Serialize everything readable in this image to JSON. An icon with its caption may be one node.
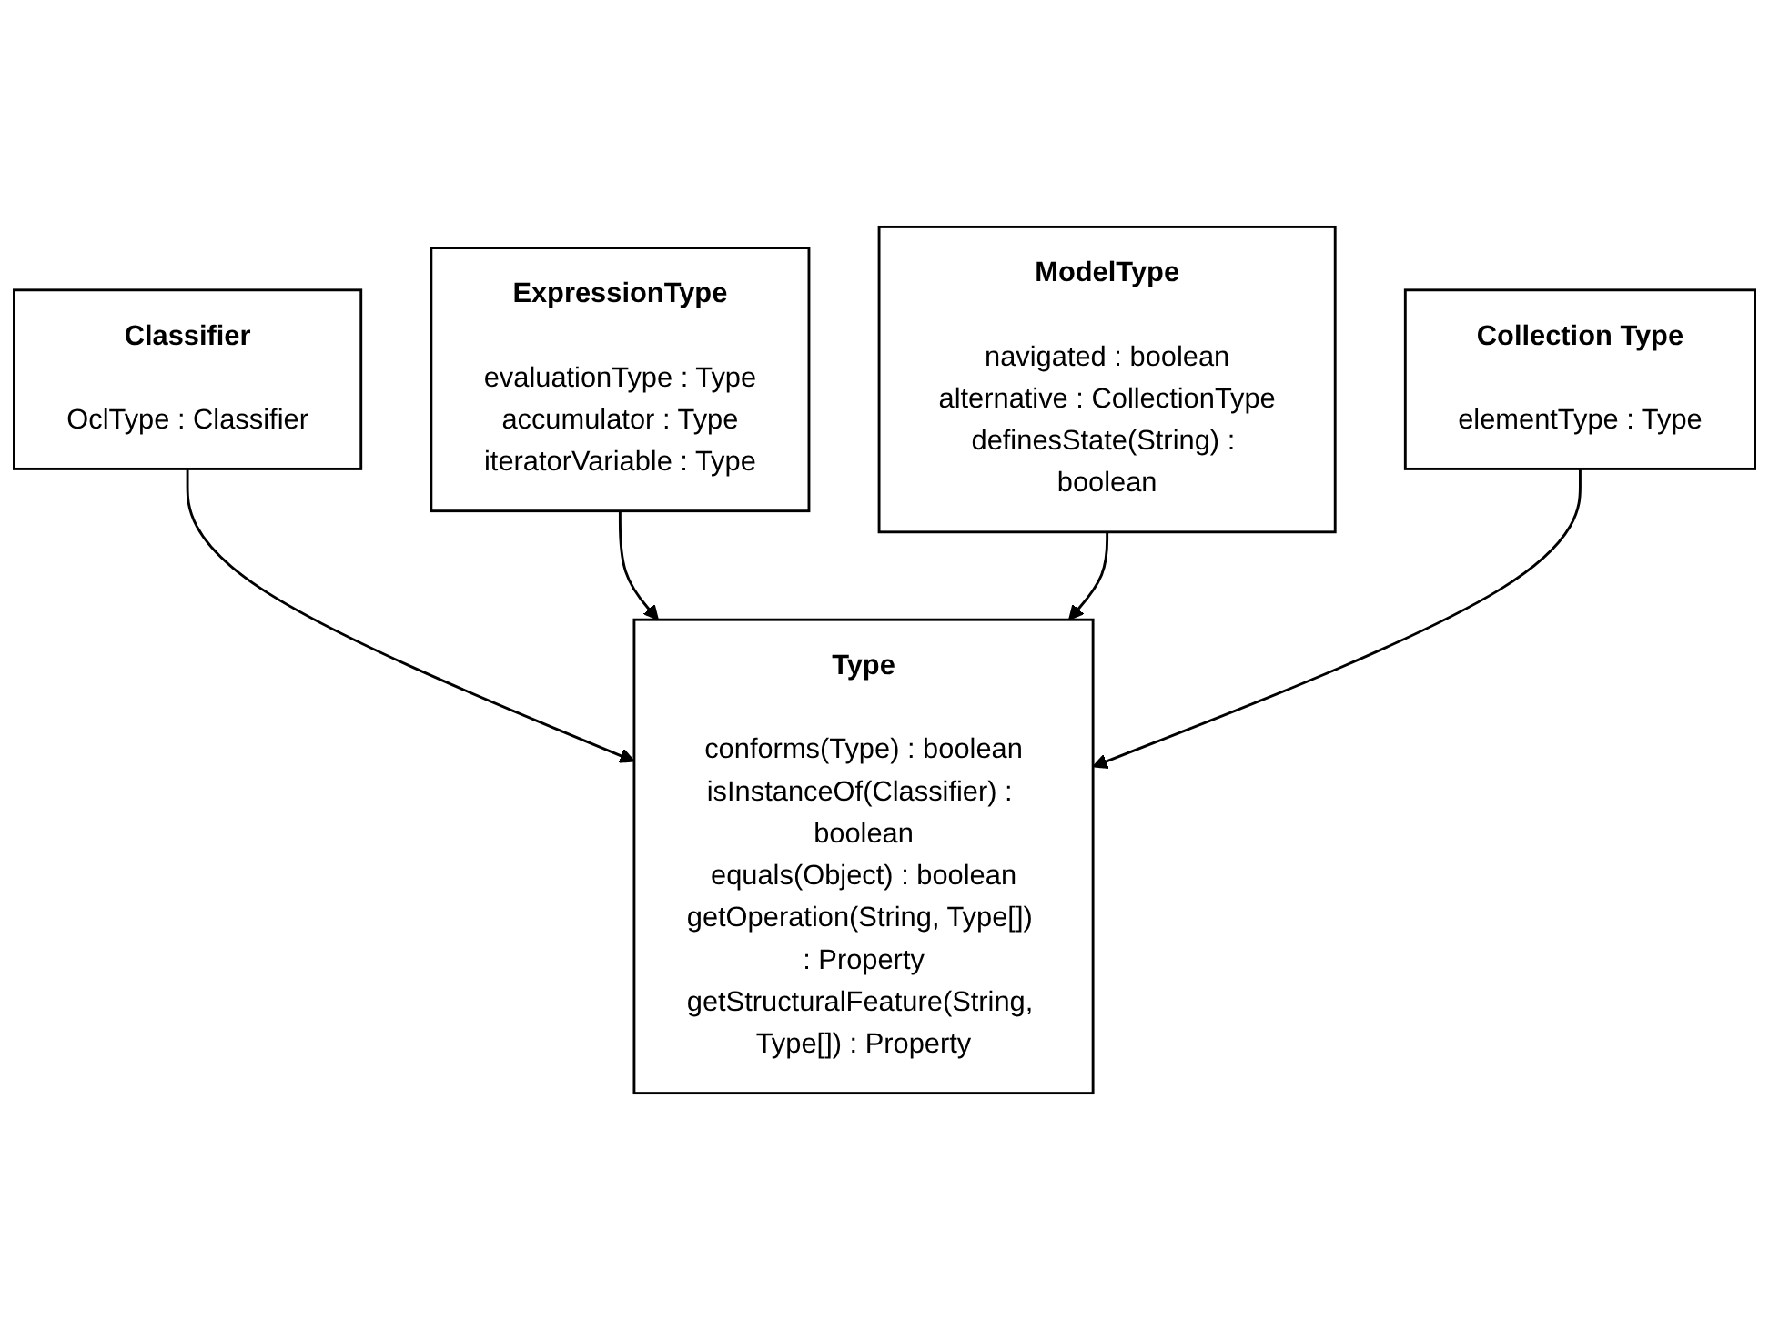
{
  "diagram": {
    "nodes": [
      {
        "text": [
          "Classifier",
          "OclType : Classifier"
        ]
      },
      {
        "text": [
          "Type",
          "conforms(Type) : boolean",
          "isInstanceOf(Classifier) : boolean",
          "equals(Object) : boolean",
          "getOperation(String, Type[]) : Property",
          "getStructuralFeature(String, Type[]) : Property"
        ]
      },
      {
        "text": [
          "ExpressionType",
          "evaluationType : Type",
          "accumulator : Type",
          "iteratorVariable : Type"
        ]
      },
      {
        "text": [
          "ModelType",
          "navigated : boolean",
          "alternative : CollectionType",
          "definesState(String) : boolean"
        ]
      },
      {
        "text": [
          "Collection Type",
          "elementType : Type"
        ]
      }
    ],
    "edges": [
      {
        "from": 0,
        "to": 1,
        "arrow": "to"
      },
      {
        "from": 2,
        "to": 1,
        "arrow": "to"
      },
      {
        "from": 3,
        "to": 1,
        "arrow": "to"
      },
      {
        "from": 4,
        "to": 1,
        "arrow": "to"
      }
    ]
  }
}
